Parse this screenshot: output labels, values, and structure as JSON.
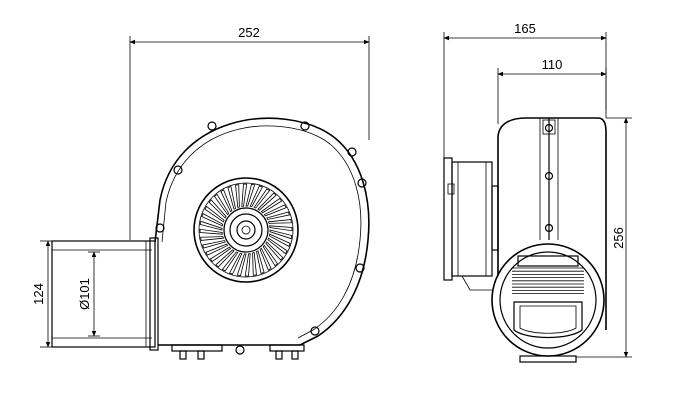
{
  "drawing": {
    "dimensions": {
      "front_width": "252",
      "side_depth": "165",
      "side_depth_inner": "110",
      "side_height": "256",
      "outlet_height": "124",
      "outlet_diameter": "Ø101"
    },
    "fan_blades": 36
  }
}
